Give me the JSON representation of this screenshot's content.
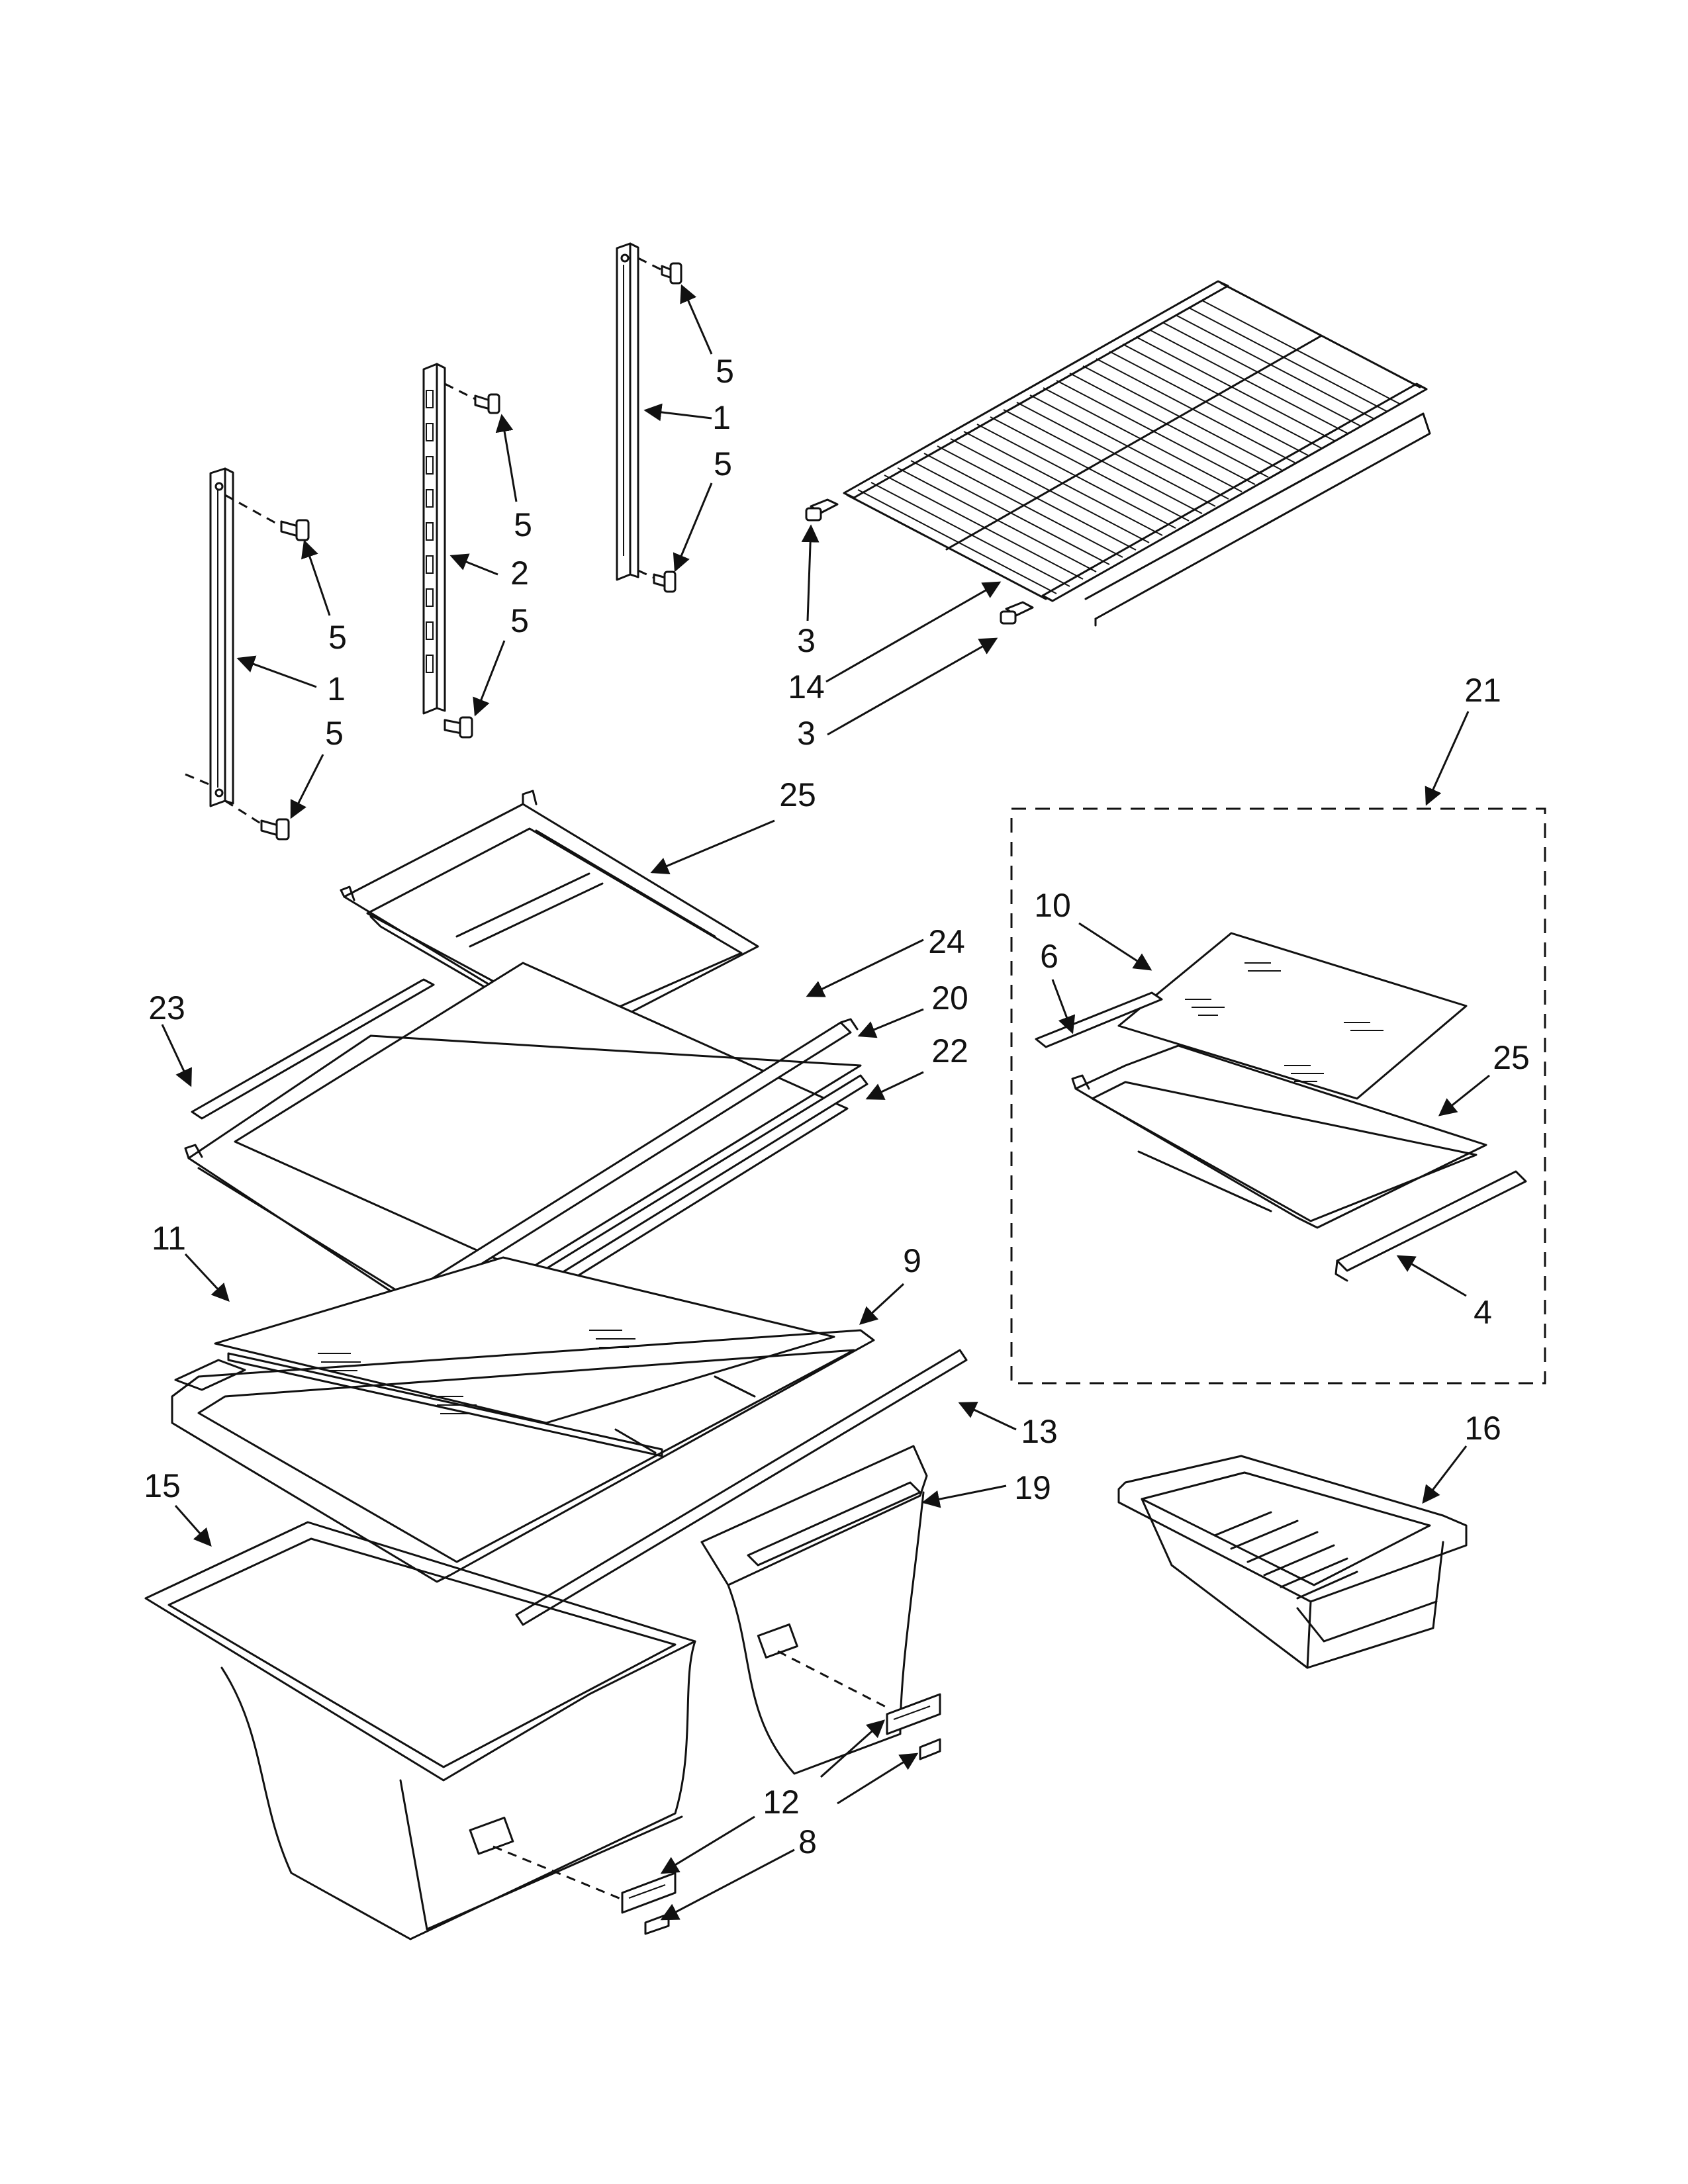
{
  "diagram": {
    "labels": {
      "l1a": "1",
      "l1b": "1",
      "l2": "2",
      "l3a": "3",
      "l3b": "3",
      "l4": "4",
      "l5a": "5",
      "l5b": "5",
      "l5c": "5",
      "l5d": "5",
      "l5e": "5",
      "l5f": "5",
      "l6": "6",
      "l8": "8",
      "l9": "9",
      "l10": "10",
      "l11": "11",
      "l12": "12",
      "l13": "13",
      "l14": "14",
      "l15": "15",
      "l16": "16",
      "l19": "19",
      "l20": "20",
      "l21": "21",
      "l22": "22",
      "l23": "23",
      "l24": "24",
      "l25a": "25",
      "l25b": "25"
    }
  }
}
